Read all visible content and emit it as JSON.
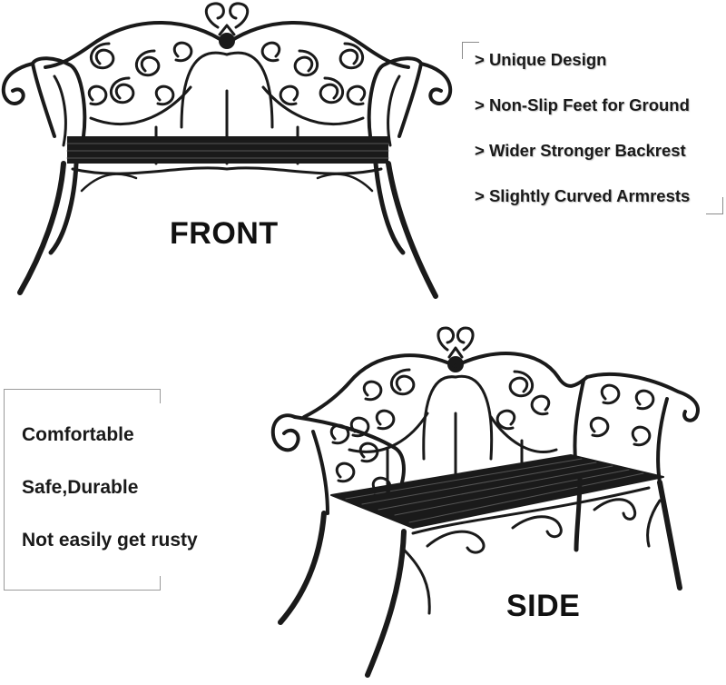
{
  "labels": {
    "front": "FRONT",
    "side": "SIDE"
  },
  "features": [
    "> Unique Design",
    "> Non-Slip Feet for Ground",
    "> Wider Stronger Backrest",
    "> Slightly Curved Armrests"
  ],
  "benefits": [
    "Comfortable",
    "Safe,Durable",
    "Not easily get rusty"
  ],
  "colors": {
    "bench_metal": "#1a1a1a",
    "text": "#1a1a1a",
    "frame": "#9a9a9a",
    "background": "#ffffff"
  }
}
